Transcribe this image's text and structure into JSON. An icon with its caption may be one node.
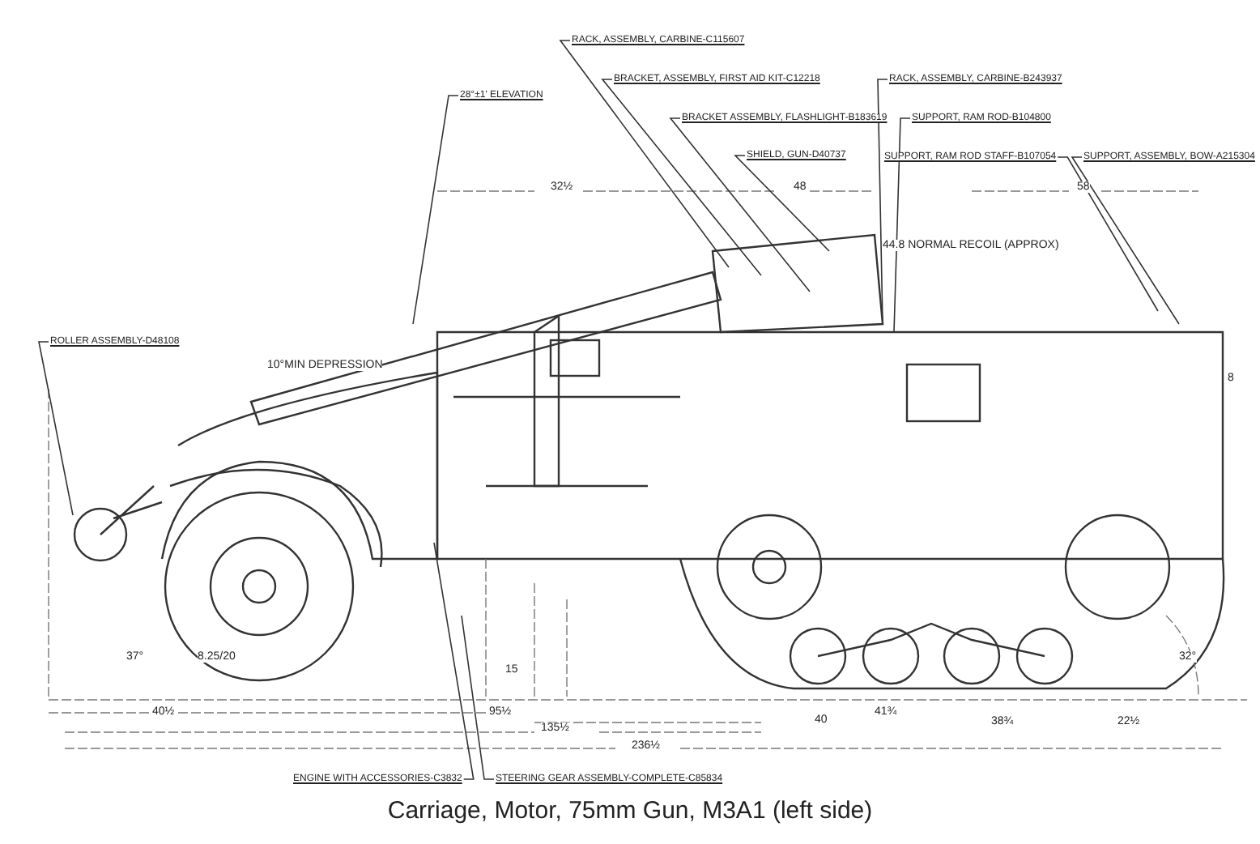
{
  "diagram": {
    "caption": "Carriage, Motor, 75mm Gun, M3A1 (left side)",
    "nodes": [
      {
        "text": [
          "RACK, ASSEMBLY, CARBINE-C115607"
        ]
      },
      {
        "text": [
          "BRACKET, ASSEMBLY, FIRST AID KIT-C12218"
        ]
      },
      {
        "text": [
          "28°±1' ELEVATION"
        ]
      },
      {
        "text": [
          "BRACKET ASSEMBLY, FLASHLIGHT-B183619"
        ]
      },
      {
        "text": [
          "SHIELD, GUN-D40737"
        ]
      },
      {
        "text": [
          "RACK, ASSEMBLY, CARBINE-B243937"
        ]
      },
      {
        "text": [
          "SUPPORT, RAM ROD-B104800"
        ]
      },
      {
        "text": [
          "SUPPORT, RAM ROD STAFF-B107054"
        ]
      },
      {
        "text": [
          "SUPPORT, ASSEMBLY, BOW-A215304"
        ]
      },
      {
        "text": [
          "ROLLER ASSEMBLY-D48108"
        ]
      },
      {
        "text": [
          "ENGINE WITH ACCESSORIES-C3832"
        ]
      },
      {
        "text": [
          "STEERING GEAR ASSEMBLY-COMPLETE-C85834"
        ]
      }
    ],
    "edges": [
      {
        "from": 0,
        "to": null,
        "arrow": "none"
      },
      {
        "from": 1,
        "to": null,
        "arrow": "none"
      },
      {
        "from": 2,
        "to": null,
        "arrow": "none"
      },
      {
        "from": 3,
        "to": null,
        "arrow": "none"
      },
      {
        "from": 4,
        "to": null,
        "arrow": "none"
      },
      {
        "from": 5,
        "to": null,
        "arrow": "none"
      },
      {
        "from": 6,
        "to": null,
        "arrow": "none"
      },
      {
        "from": 7,
        "to": null,
        "arrow": "none"
      },
      {
        "from": 8,
        "to": null,
        "arrow": "none"
      },
      {
        "from": 9,
        "to": null,
        "arrow": "none"
      },
      {
        "from": 10,
        "to": null,
        "arrow": "none"
      },
      {
        "from": 11,
        "to": null,
        "arrow": "none"
      }
    ],
    "labels": [
      "32½",
      "48",
      "44.8 NORMAL RECOIL (APPROX)",
      "58",
      "10°MIN DEPRESSION",
      "8",
      "37°",
      "8.25/20",
      "15",
      "32°",
      "40½",
      "95½",
      "40",
      "41¾",
      "38¾",
      "22½",
      "135½",
      "236½"
    ]
  }
}
